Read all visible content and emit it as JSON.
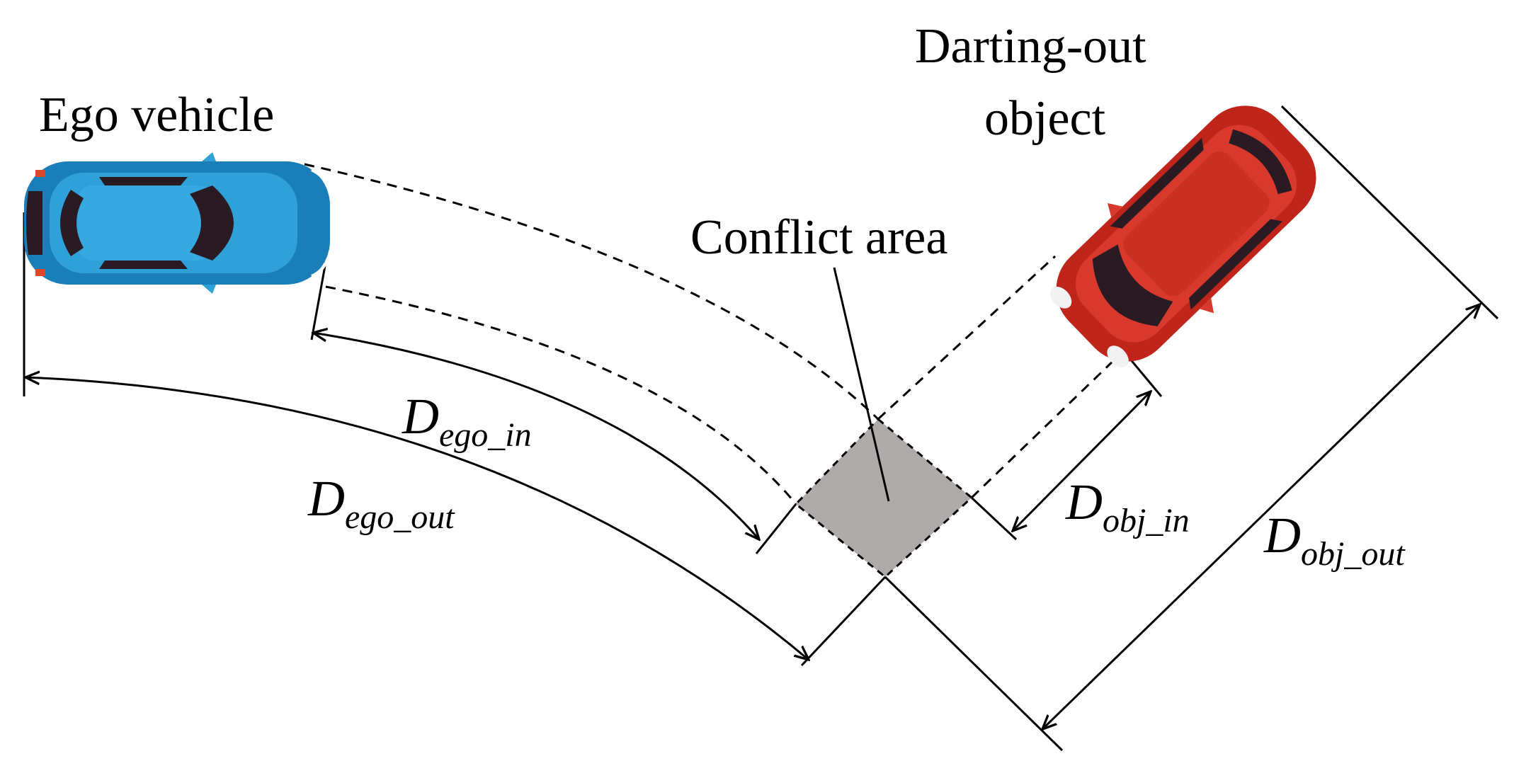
{
  "labels": {
    "ego_vehicle": "Ego vehicle",
    "darting_out_line1": "Darting-out",
    "darting_out_line2": "object",
    "conflict_area": "Conflict area"
  },
  "dimensions": {
    "d_ego_in": {
      "main": "D",
      "sub": "ego_in"
    },
    "d_ego_out": {
      "main": "D",
      "sub": "ego_out"
    },
    "d_obj_in": {
      "main": "D",
      "sub": "obj_in"
    },
    "d_obj_out": {
      "main": "D",
      "sub": "obj_out"
    }
  },
  "colors": {
    "ego_car": "#1a7fb8",
    "ego_car_body": "#2fa0d8",
    "object_car": "#c0251b",
    "object_car_body": "#d8392c",
    "conflict_area": "#aeaaa9",
    "window": "#2a1a22"
  }
}
